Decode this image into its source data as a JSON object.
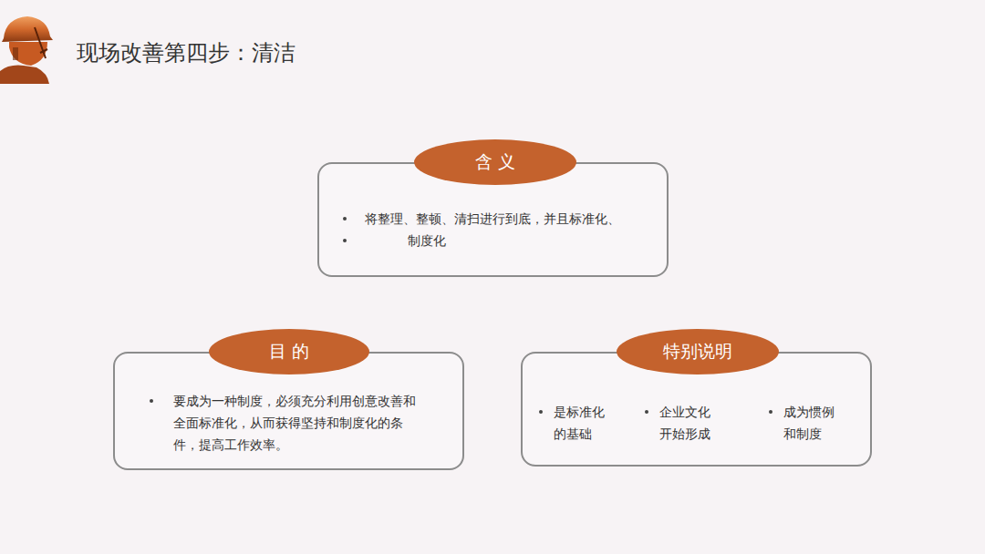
{
  "diagram": {
    "title": "现场改善第四步：清洁",
    "nodes": [
      {
        "text": [
          "将整理、整顿、清扫进行到底，并且标准化、",
          "制度化"
        ]
      },
      {
        "text": [
          "含 义"
        ],
        "in": 0
      },
      {
        "text": [
          "要成为一种制度，必须充分利用创意改善和全面标准化，从而获得坚持和制度化的条件，提高工作效率。"
        ]
      },
      {
        "text": [
          "目 的"
        ],
        "in": 2
      },
      {
        "text": [
          "是标准化的基础",
          "企业文化开始形成",
          "成为惯例和制度"
        ]
      },
      {
        "text": [
          "特别说明"
        ],
        "in": 4
      }
    ]
  }
}
